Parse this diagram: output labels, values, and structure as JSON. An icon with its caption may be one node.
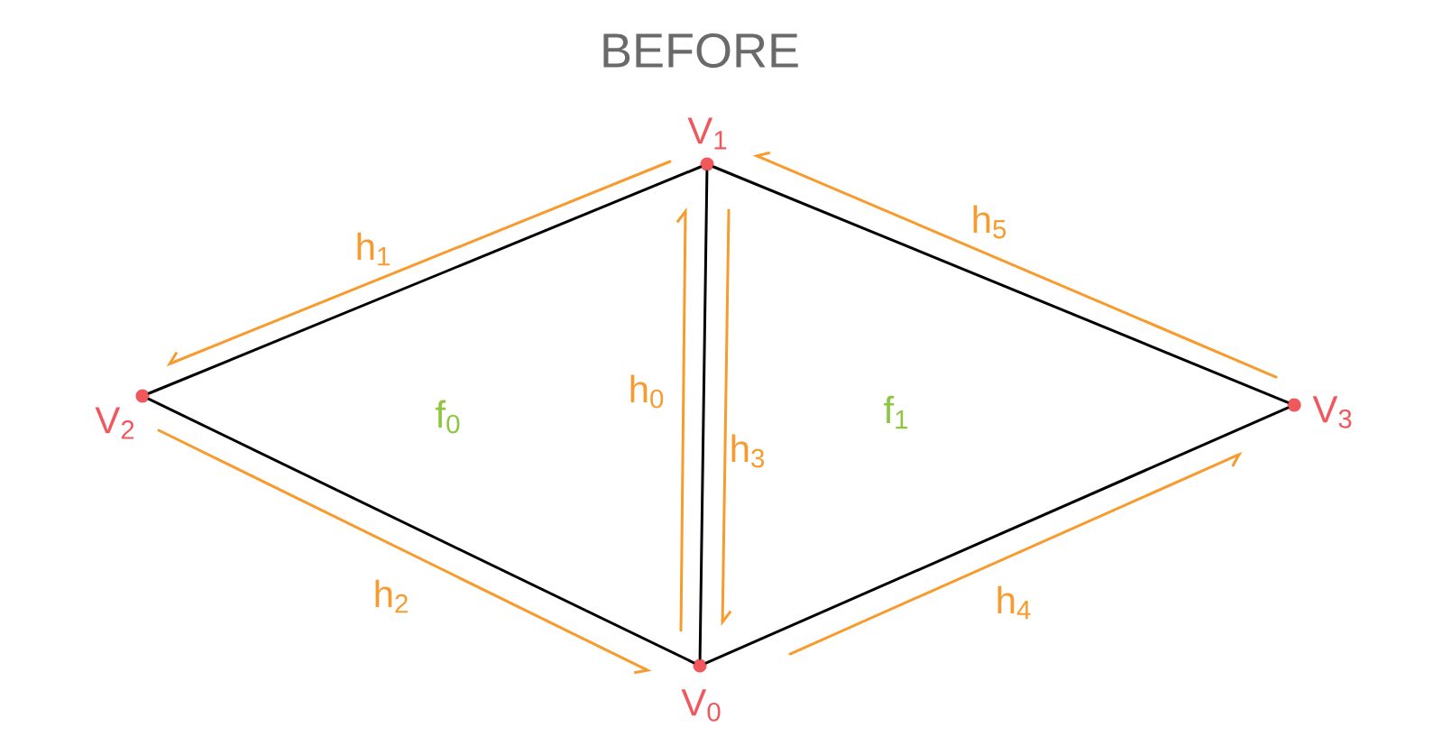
{
  "diagram": {
    "title": "BEFORE",
    "nodes": [
      {
        "text": [],
        "shape": "circle",
        "beside": [
          "V$_{1}$"
        ]
      },
      {
        "text": [],
        "shape": "circle",
        "beside": [
          "V$_{2}$"
        ]
      },
      {
        "text": [],
        "shape": "circle",
        "beside": [
          "V$_{3}$"
        ]
      },
      {
        "text": [],
        "shape": "circle",
        "beside": [
          "V$_{0}$"
        ]
      }
    ],
    "edges": [
      {
        "from": 0,
        "to": 1,
        "arrow": "none"
      },
      {
        "from": 0,
        "to": 2,
        "arrow": "none"
      },
      {
        "from": 0,
        "to": 3,
        "arrow": "none"
      },
      {
        "from": 1,
        "to": 3,
        "arrow": "none"
      },
      {
        "from": 2,
        "to": 3,
        "arrow": "none"
      }
    ],
    "labels": [
      "h$_{1}$",
      "h$_{5}$",
      "f$_{0}$",
      "h$_{0}$",
      "h$_{3}$",
      "f$_{1}$",
      "h$_{2}$",
      "h$_{4}$"
    ]
  }
}
